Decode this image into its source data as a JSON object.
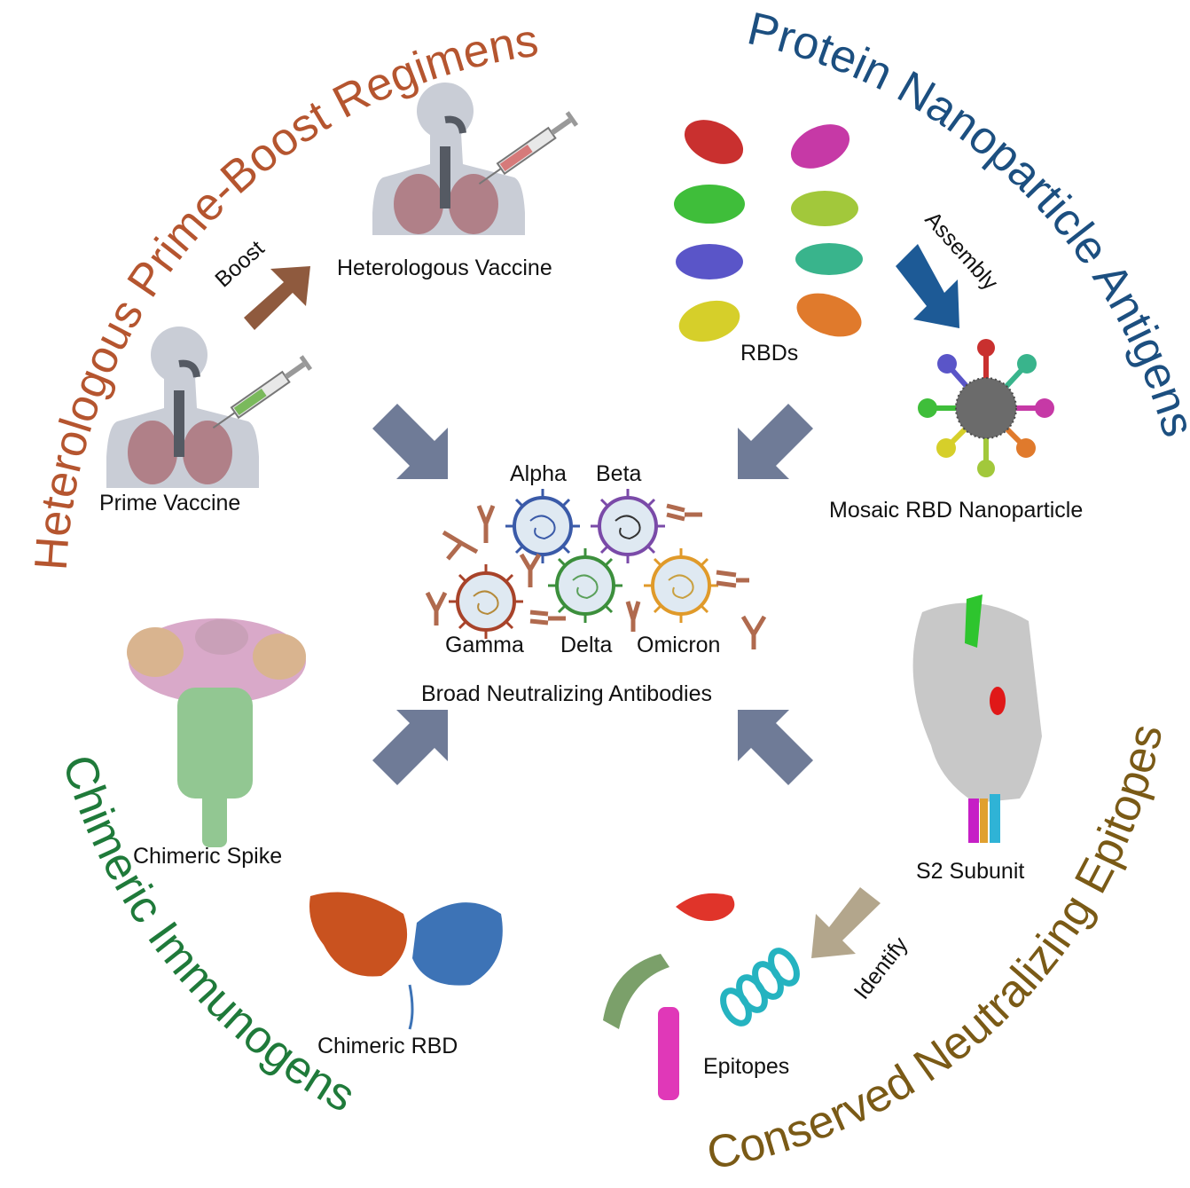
{
  "arc_titles": {
    "prime_boost": "Heterologous Prime-Boost Regimens",
    "nanoparticle": "Protein Nanoparticle Antigens",
    "chimeric": "Chimeric Immunogens",
    "epitopes": "Conserved Neutralizing Epitopes"
  },
  "labels": {
    "boost": "Boost",
    "heterologous_vaccine": "Heterologous Vaccine",
    "prime_vaccine": "Prime Vaccine",
    "rbds": "RBDs",
    "assembly": "Assembly",
    "mosaic": "Mosaic RBD Nanoparticle",
    "alpha": "Alpha",
    "beta": "Beta",
    "gamma": "Gamma",
    "delta": "Delta",
    "omicron": "Omicron",
    "broad": "Broad Neutralizing Antibodies",
    "chimeric_spike": "Chimeric Spike",
    "chimeric_rbd": "Chimeric RBD",
    "s2_subunit": "S2 Subunit",
    "identify": "Identify",
    "epitopes": "Epitopes"
  },
  "colors": {
    "prime_boost": "#b5552f",
    "nanoparticle": "#1c4f80",
    "chimeric": "#1f7a3a",
    "epitopes": "#7a5a16",
    "center_arrow": "#6f7b97",
    "boost_arrow": "#8f5a3e",
    "assembly_arrow": "#1d5a96",
    "identify_arrow": "#b3a68c",
    "antibody": "#b06a4e"
  }
}
